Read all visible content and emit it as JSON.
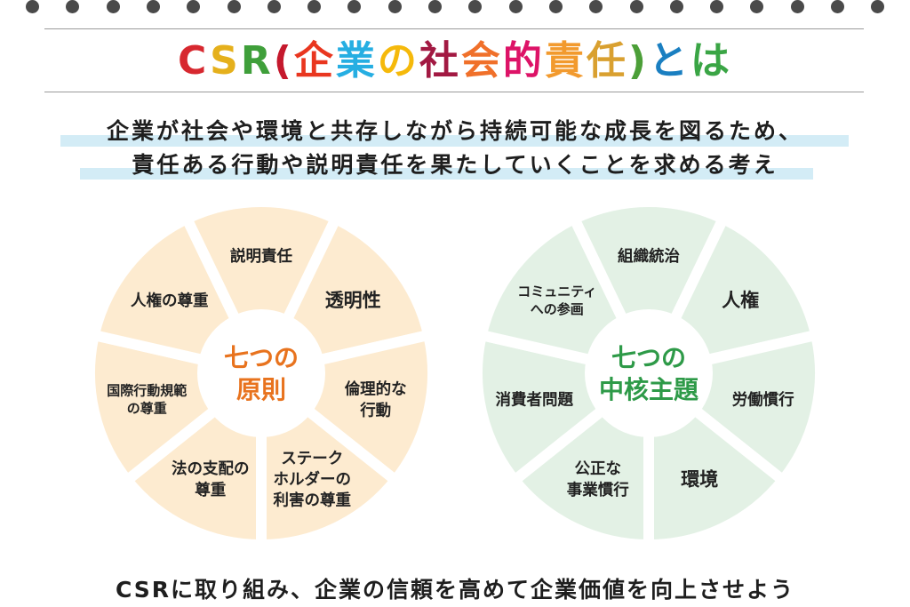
{
  "title": {
    "chars": [
      {
        "t": "C",
        "color": "#d7282f"
      },
      {
        "t": "S",
        "color": "#e5b01c"
      },
      {
        "t": "R",
        "color": "#3f9f3a"
      },
      {
        "t": "(",
        "color": "#c5192d"
      },
      {
        "t": "企",
        "color": "#e9361f"
      },
      {
        "t": "業",
        "color": "#26aee2"
      },
      {
        "t": "の",
        "color": "#f5b90b"
      },
      {
        "t": "社",
        "color": "#a21942"
      },
      {
        "t": "会",
        "color": "#f0702a"
      },
      {
        "t": "的",
        "color": "#dd1367"
      },
      {
        "t": "責",
        "color": "#f29a2e"
      },
      {
        "t": "任",
        "color": "#d9a030"
      },
      {
        "t": ")",
        "color": "#4c9f38"
      },
      {
        "t": "と",
        "color": "#1a7fc1"
      },
      {
        "t": "は",
        "color": "#3aa545"
      }
    ]
  },
  "subtitle": {
    "line1": "企業が社会や環境と共存しながら持続可能な成長を図るため、",
    "line2": "責任ある行動や説明責任を果たしていくことを求める考え"
  },
  "principles": {
    "center": [
      "七つの",
      "原則"
    ],
    "center_color": "#e8731e",
    "fill": "#fdebd0",
    "segments": [
      {
        "lines": [
          "説明責任"
        ]
      },
      {
        "lines": [
          "透明性"
        ]
      },
      {
        "lines": [
          "倫理的な",
          "行動"
        ]
      },
      {
        "lines": [
          "ステーク",
          "ホルダーの",
          "利害の尊重"
        ]
      },
      {
        "lines": [
          "法の支配の",
          "尊重"
        ]
      },
      {
        "lines": [
          "国際行動規範",
          "の尊重"
        ]
      },
      {
        "lines": [
          "人権の尊重"
        ]
      }
    ]
  },
  "core_subjects": {
    "center": [
      "七つの",
      "中核主題"
    ],
    "center_color": "#2e9a48",
    "fill": "#e3f1e5",
    "segments": [
      {
        "lines": [
          "組織統治"
        ]
      },
      {
        "lines": [
          "人権"
        ]
      },
      {
        "lines": [
          "労働慣行"
        ]
      },
      {
        "lines": [
          "環境"
        ]
      },
      {
        "lines": [
          "公正な",
          "事業慣行"
        ]
      },
      {
        "lines": [
          "消費者問題"
        ]
      },
      {
        "lines": [
          "コミュニティ",
          "への参画"
        ]
      }
    ]
  },
  "bottom_text": "CSRに取り組み、企業の信頼を高めて企業価値を向上させよう"
}
